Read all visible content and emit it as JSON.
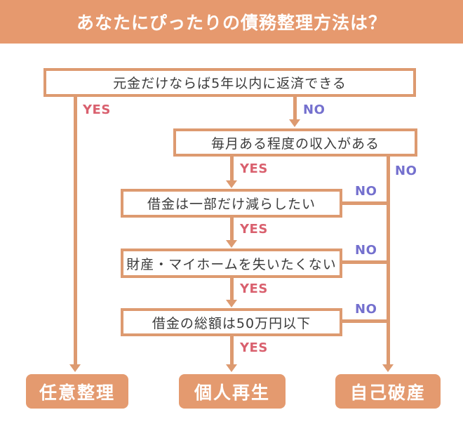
{
  "title": "あなたにぴったりの債務整理方法は？",
  "colors": {
    "accent": "#E6996E",
    "line": "#DD9A70",
    "yes": "#D9606E",
    "no": "#7470CE",
    "text": "#3B3B3B",
    "box_fill": "#E49A6F"
  },
  "flowchart": {
    "labels": {
      "yes": "YES",
      "no": "NO"
    },
    "questions": [
      {
        "text": "元金だけならば5年以内に返済できる"
      },
      {
        "text": "毎月ある程度の収入がある"
      },
      {
        "text": "借金は一部だけ減らしたい"
      },
      {
        "text": "財産・マイホームを失いたくない"
      },
      {
        "text": "借金の総額は50万円以下"
      }
    ],
    "results": [
      {
        "text": "任意整理"
      },
      {
        "text": "個人再生"
      },
      {
        "text": "自己破産"
      }
    ]
  }
}
